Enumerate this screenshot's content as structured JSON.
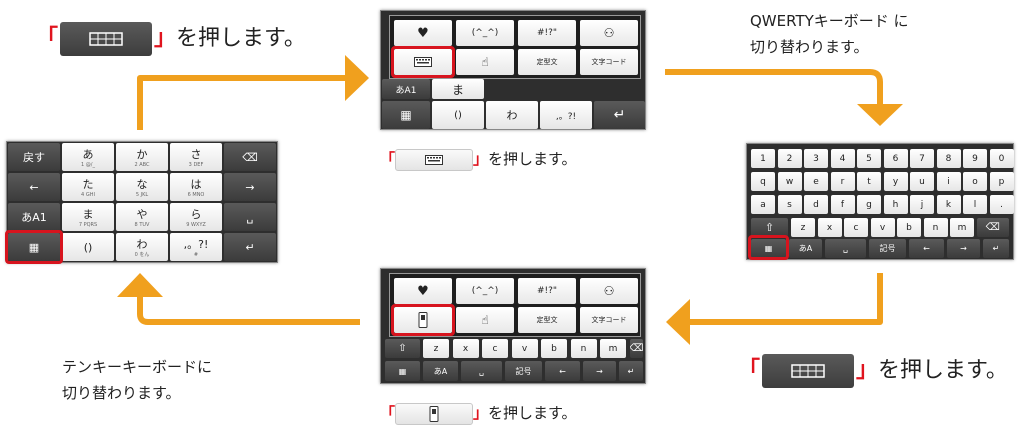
{
  "colors": {
    "arrow": "#f0a01e",
    "highlight": "#d7141e",
    "bracket": "#e0141e"
  },
  "captions": {
    "top_left_suffix": "を押します。",
    "top_right": [
      "QWERTYキーボード に",
      "切り替わります。"
    ],
    "top_mid_suffix": "を押します。",
    "bottom_right_suffix": "を押します。",
    "bottom_mid_suffix": "を押します。",
    "bottom_left": [
      "テンキーキーボードに",
      "切り替わります。"
    ],
    "open_bracket": "「",
    "close_bracket": "」"
  },
  "icons": {
    "grid": "grid-keyboard-icon",
    "qwerty": "qwerty-keyboard-icon",
    "phone": "phone-keypad-icon"
  },
  "popup": {
    "row1": [
      "♥",
      "(^_^)",
      "#!?\"",
      "⚇"
    ],
    "row2": [
      "",
      "☝",
      "定型文",
      "文字コード"
    ]
  },
  "tenkey": {
    "row1": [
      {
        "main": "戻す"
      },
      {
        "main": "あ",
        "sub": "1    @/_"
      },
      {
        "main": "か",
        "sub": "2    ABC"
      },
      {
        "main": "さ",
        "sub": "3    DEF"
      },
      {
        "main": "⌫"
      }
    ],
    "row2": [
      {
        "main": "←"
      },
      {
        "main": "た",
        "sub": "4    GHI"
      },
      {
        "main": "な",
        "sub": "5    JKL"
      },
      {
        "main": "は",
        "sub": "6    MNO"
      },
      {
        "main": "→"
      }
    ],
    "row3": [
      {
        "main": "あA1"
      },
      {
        "main": "ま",
        "sub": "7   PQRS"
      },
      {
        "main": "や",
        "sub": "8    TUV"
      },
      {
        "main": "ら",
        "sub": "9   WXYZ"
      },
      {
        "main": "␣"
      }
    ],
    "row4": [
      {
        "main": "▦"
      },
      {
        "main": "()"
      },
      {
        "main": "わ",
        "sub": "0   をん"
      },
      {
        "main": ",。?!",
        "sub": "#"
      },
      {
        "main": "↵"
      }
    ]
  },
  "qwerty": {
    "row1": [
      "1",
      "2",
      "3",
      "4",
      "5",
      "6",
      "7",
      "8",
      "9",
      "0"
    ],
    "row2": [
      "q",
      "w",
      "e",
      "r",
      "t",
      "y",
      "u",
      "i",
      "o",
      "p"
    ],
    "row3": [
      "a",
      "s",
      "d",
      "f",
      "g",
      "h",
      "j",
      "k",
      "l",
      "."
    ],
    "row4": [
      "⇧",
      "z",
      "x",
      "c",
      "v",
      "b",
      "n",
      "m",
      "⌫"
    ],
    "row5": [
      "▦",
      "あA",
      "␣",
      "記号",
      "←",
      "→",
      "↵"
    ]
  },
  "top_kb_bottom": [
    "あA1",
    "ま",
    "()",
    "わ",
    ",。?!",
    "↵",
    "▦"
  ],
  "bottom_kb_rows": {
    "row1": [
      "⇧",
      "z",
      "x",
      "c",
      "v",
      "b",
      "n",
      "m",
      "⌫"
    ],
    "row2": [
      "▦",
      "あA",
      "␣",
      "記号",
      "←",
      "→",
      "↵"
    ]
  }
}
